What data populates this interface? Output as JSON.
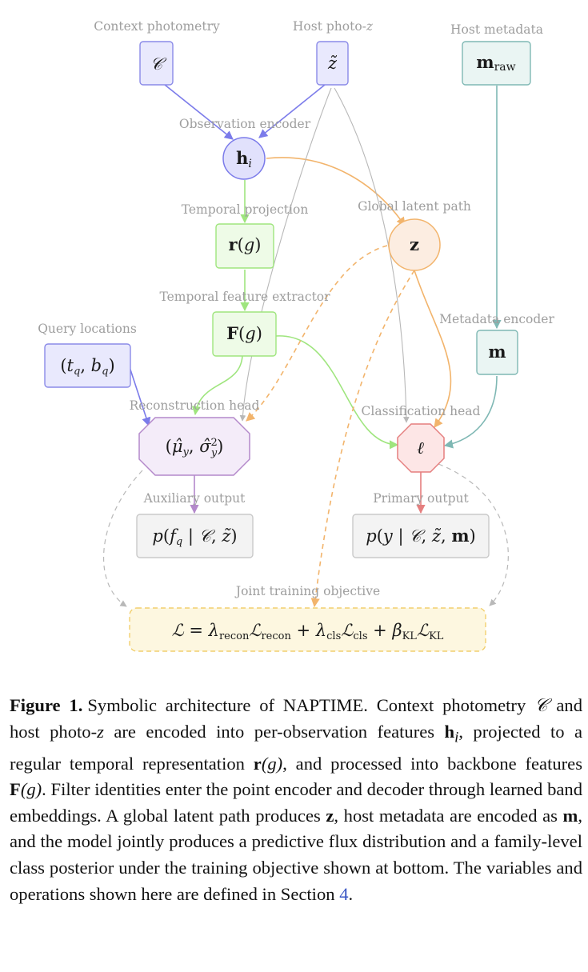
{
  "labels": {
    "context_photometry": "Context photometry",
    "host_photoz": "Host photo-z",
    "host_metadata": "Host metadata",
    "observation_encoder": "Observation encoder",
    "temporal_projection": "Temporal projection",
    "global_latent_path": "Global latent path",
    "temporal_feature_extractor": "Temporal feature extractor",
    "query_locations": "Query locations",
    "metadata_encoder": "Metadata encoder",
    "reconstruction_head": "Reconstruction head",
    "classification_head": "Classification head",
    "auxiliary_output": "Auxiliary output",
    "primary_output": "Primary output",
    "joint_training_objective": "Joint training objective"
  },
  "nodes": {
    "context": "𝒞",
    "photoz": "z̃",
    "mraw": "mraw",
    "h": "hᵢ",
    "r": "r(g)",
    "z": "z",
    "F": "F(g)",
    "query": "(t_q, b_q)",
    "m": "m",
    "recon": "(μ̂_y, σ̂²_y)",
    "ell": "ℓ",
    "aux": "p(f_q | 𝒞, z̃)",
    "primary": "p(y | 𝒞, z̃, m)",
    "loss": "ℒ = λrecon ℒrecon + λcls ℒcls + βKL ℒKL"
  },
  "colors": {
    "blue": "#7b7bea",
    "green": "#9fe57e",
    "orange": "#f2b46c",
    "teal": "#7fb8b4",
    "purple": "#b489cb",
    "red": "#e57f7f",
    "gray": "#b8b8b8",
    "caption_link": "#3a56c4"
  },
  "caption": {
    "figure_label": "Figure 1.",
    "segments": [
      "Symbolic architecture of NAPTIME. Context photometry ",
      "𝒞",
      " and host photo-",
      "z",
      " are encoded into per-observation features ",
      "h",
      "i",
      ", projected to a regular temporal representation ",
      "r",
      "(g)",
      ", and processed into backbone features ",
      "F",
      "(g)",
      ". Filter identities enter the point encoder and decoder through learned band embeddings. A global latent path produces ",
      "z",
      ", host metadata are encoded as ",
      "m",
      ", and the model jointly produces a predictive flux distribution and a family-level class posterior under the training objective shown at bottom. The variables and operations shown here are defined in Section ",
      "4",
      "."
    ]
  }
}
